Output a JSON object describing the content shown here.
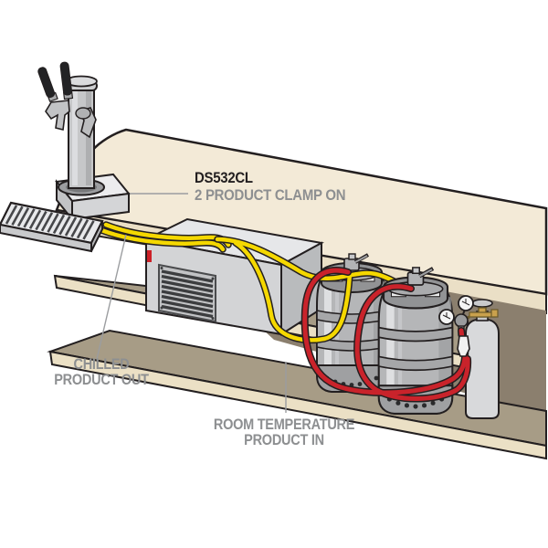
{
  "diagram": {
    "title_label": {
      "model": "DS532CL",
      "subtitle": "2 PRODUCT CLAMP ON"
    },
    "labels": {
      "chilled_line1": "CHILLED",
      "chilled_line2": "PRODUCT OUT",
      "room_line1": "ROOM TEMPERATURE",
      "room_line2": "PRODUCT IN"
    }
  },
  "colors": {
    "counter_top": "#f3ead7",
    "counter_edge": "#eadfc6",
    "shelf_top": "#a79c86",
    "shelf_edge": "#ebe0c5",
    "back_wall": "#8b7f6e",
    "outline": "#231f20",
    "tube_product_yellow": "#f5d800",
    "tube_gas_red": "#c9232b",
    "equipment_gray": "#d3d4d6",
    "label_gray": "#8d8f91",
    "label_black": "#231f20",
    "brass": "#c9a14d"
  }
}
